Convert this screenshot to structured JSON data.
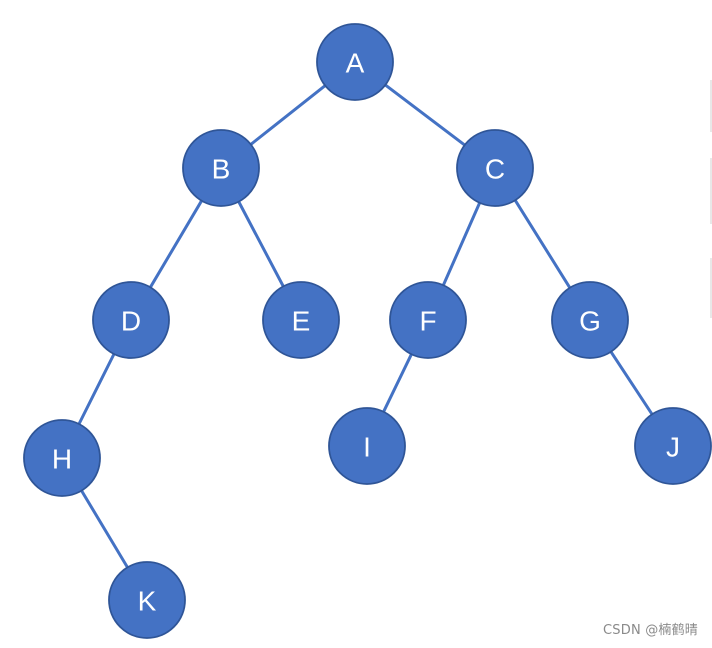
{
  "diagram": {
    "nodes": [
      {
        "id": "A",
        "label": "A"
      },
      {
        "id": "B",
        "label": "B"
      },
      {
        "id": "C",
        "label": "C"
      },
      {
        "id": "D",
        "label": "D"
      },
      {
        "id": "E",
        "label": "E"
      },
      {
        "id": "F",
        "label": "F"
      },
      {
        "id": "G",
        "label": "G"
      },
      {
        "id": "H",
        "label": "H"
      },
      {
        "id": "I",
        "label": "I"
      },
      {
        "id": "J",
        "label": "J"
      },
      {
        "id": "K",
        "label": "K"
      }
    ],
    "edges": [
      [
        "A",
        "B"
      ],
      [
        "A",
        "C"
      ],
      [
        "B",
        "D"
      ],
      [
        "B",
        "E"
      ],
      [
        "C",
        "F"
      ],
      [
        "C",
        "G"
      ],
      [
        "D",
        "H"
      ],
      [
        "F",
        "I"
      ],
      [
        "G",
        "J"
      ],
      [
        "H",
        "K"
      ]
    ],
    "colors": {
      "node_fill": "#4472c4",
      "node_stroke": "#2f5597",
      "edge": "#4472c4",
      "label": "#ffffff"
    }
  },
  "watermark": "CSDN @楠鹤晴"
}
